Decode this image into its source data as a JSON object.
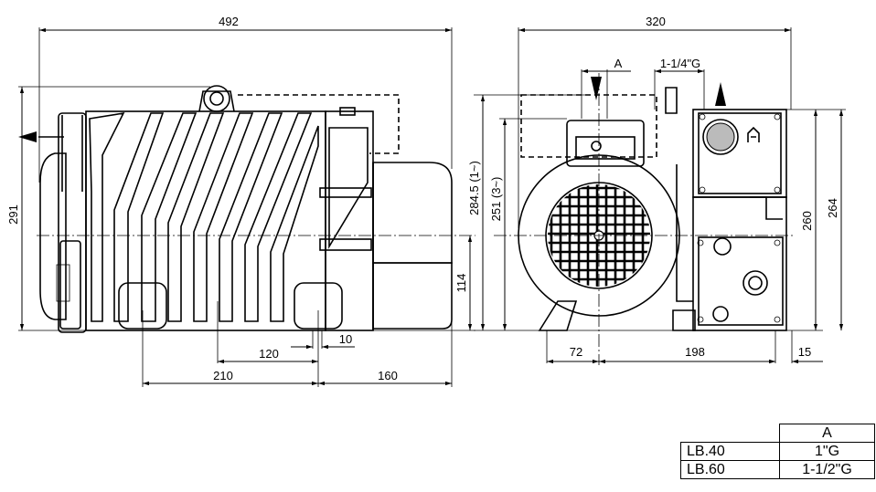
{
  "drawing": {
    "side_view": {
      "dims": {
        "overall_length": "492",
        "height": "291",
        "shaft_height": "114",
        "foot_spacing": "120",
        "foot_width": "10",
        "foot_to_foot": "210",
        "foot_to_end": "160"
      }
    },
    "front_view": {
      "dims": {
        "overall_width": "320",
        "a_label": "A",
        "port_thread": "1-1/4\"G",
        "height_1ph": "284.5 (1~)",
        "height_3ph": "251 (3~)",
        "flange_height": "260",
        "flange_total": "264",
        "foot_offset": "72",
        "foot_span": "198",
        "flange_offset": "15"
      }
    },
    "variant_table": {
      "header": "A",
      "rows": [
        {
          "model": "LB.40",
          "size": "1\"G"
        },
        {
          "model": "LB.60",
          "size": "1-1/2\"G"
        }
      ]
    }
  }
}
